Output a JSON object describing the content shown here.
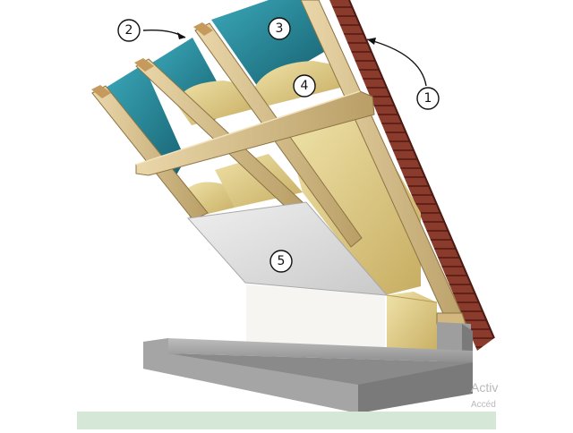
{
  "diagram": {
    "callouts": [
      {
        "id": "1",
        "label": "1"
      },
      {
        "id": "2",
        "label": "2"
      },
      {
        "id": "3",
        "label": "3"
      },
      {
        "id": "4",
        "label": "4"
      },
      {
        "id": "5",
        "label": "5"
      }
    ]
  },
  "watermark": {
    "line1": "Activ",
    "line2": "Accéd"
  },
  "colors": {
    "rafter_wood": "#d7c08f",
    "rafter_dark": "#b59a63",
    "membrane_blue": "#2e8fa2",
    "insulation": "#d8c585",
    "board_gray": "#dcdcdc",
    "concrete": "#9a9a9a",
    "tile_red": "#8b3a2a",
    "strip_green": "#d5e8d7"
  }
}
